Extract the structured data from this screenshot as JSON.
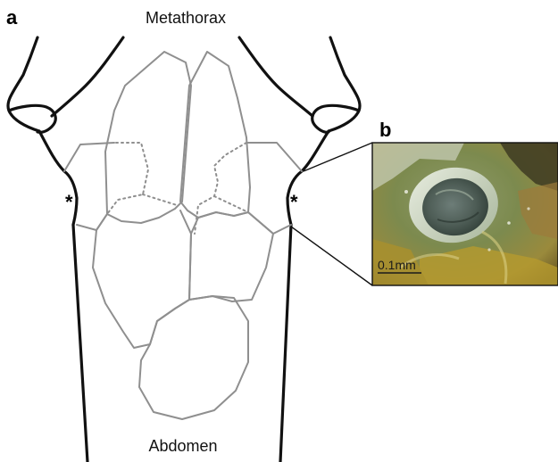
{
  "panel_a": {
    "letter": "a",
    "top_label": "Metathorax",
    "bottom_label": "Abdomen",
    "marker_left": "*",
    "marker_right": "*"
  },
  "panel_b": {
    "letter": "b",
    "scale_bar_label": "0.1mm"
  }
}
